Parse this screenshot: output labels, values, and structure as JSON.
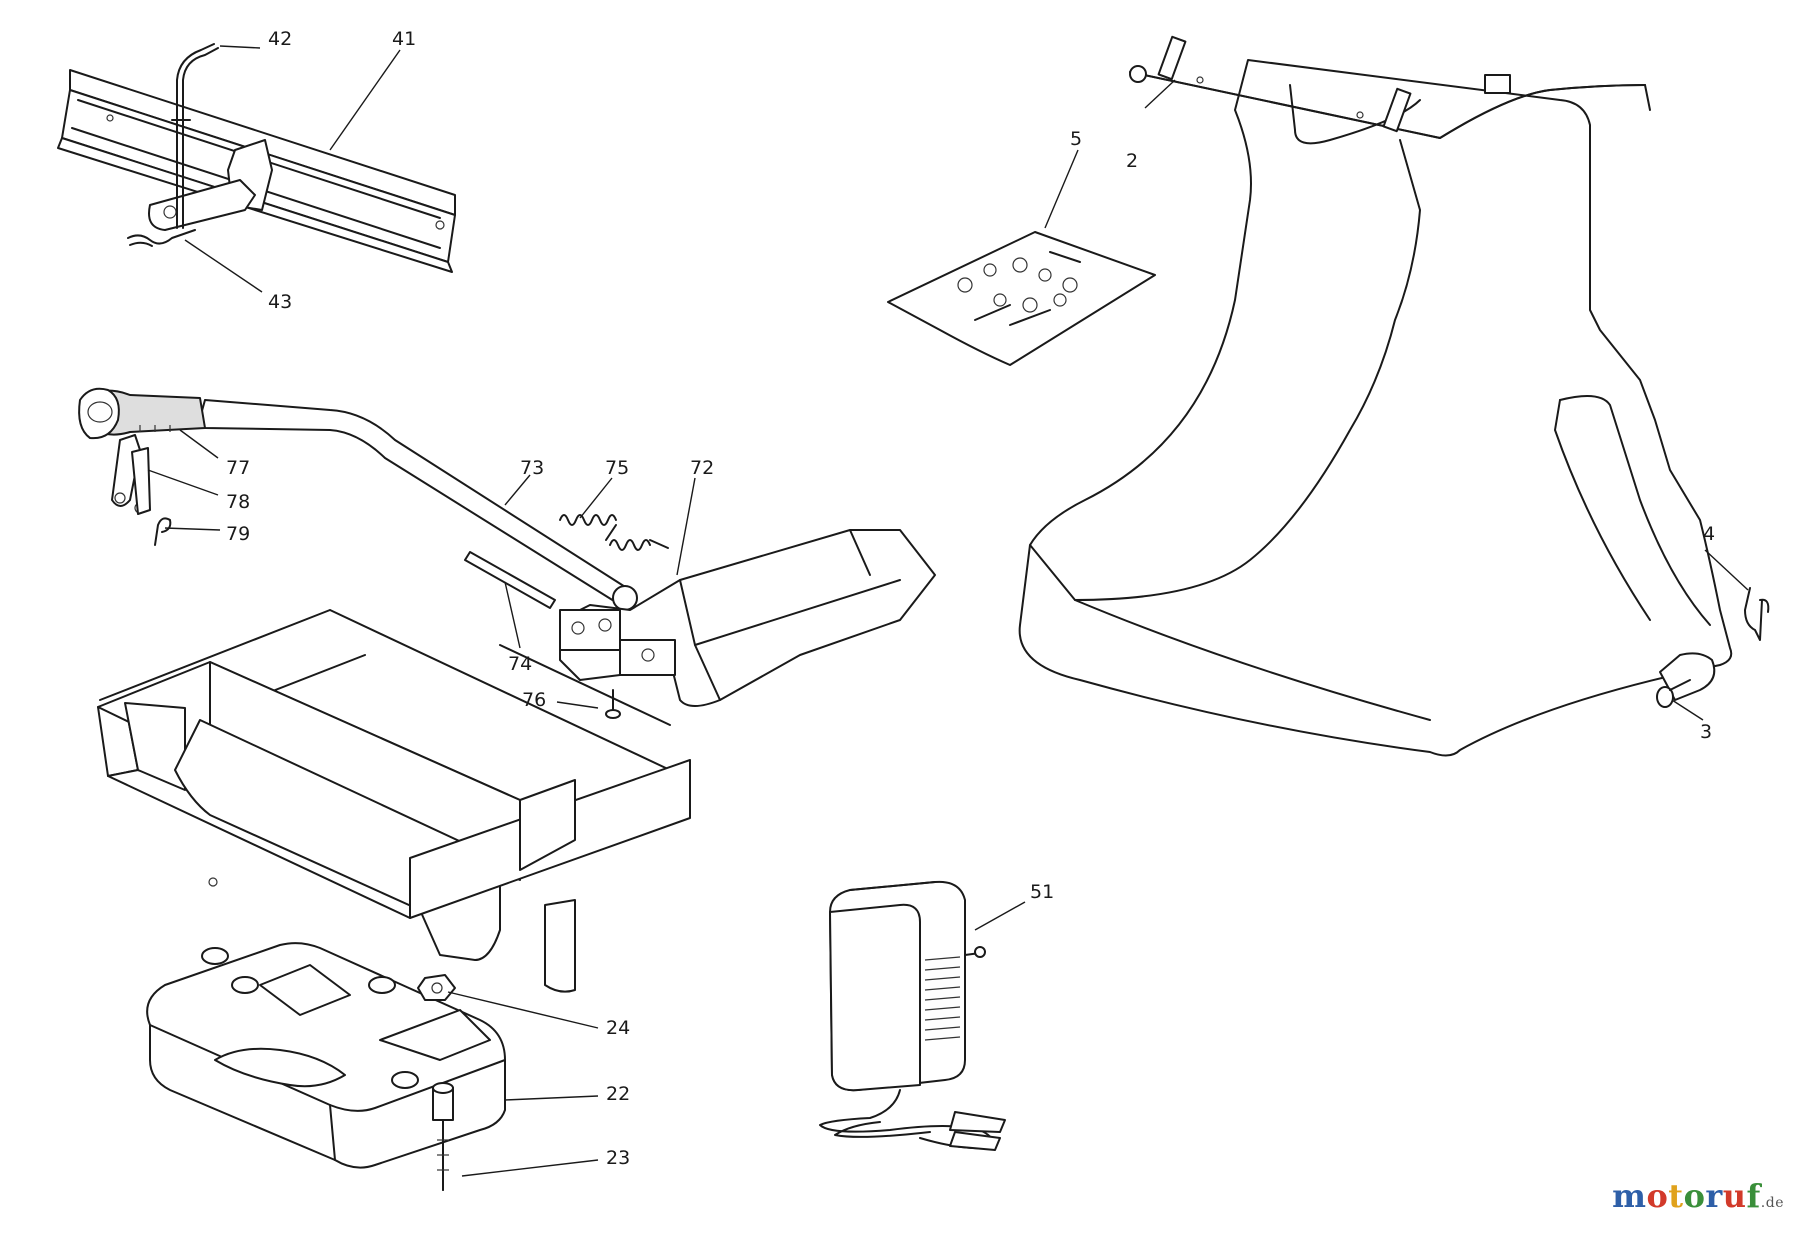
{
  "diagram": {
    "callouts": [
      {
        "id": "42",
        "label": "42"
      },
      {
        "id": "41",
        "label": "41"
      },
      {
        "id": "43",
        "label": "43"
      },
      {
        "id": "77",
        "label": "77"
      },
      {
        "id": "78",
        "label": "78"
      },
      {
        "id": "79",
        "label": "79"
      },
      {
        "id": "73",
        "label": "73"
      },
      {
        "id": "75",
        "label": "75"
      },
      {
        "id": "72",
        "label": "72"
      },
      {
        "id": "74",
        "label": "74"
      },
      {
        "id": "76",
        "label": "76"
      },
      {
        "id": "5",
        "label": "5"
      },
      {
        "id": "2",
        "label": "2"
      },
      {
        "id": "4",
        "label": "4"
      },
      {
        "id": "3",
        "label": "3"
      },
      {
        "id": "51",
        "label": "51"
      },
      {
        "id": "24",
        "label": "24"
      },
      {
        "id": "22",
        "label": "22"
      },
      {
        "id": "23",
        "label": "23"
      }
    ]
  },
  "watermark": {
    "letters": [
      "m",
      "o",
      "t",
      "o",
      "r",
      "u",
      "f"
    ],
    "letter_colors": [
      "#2e5fa8",
      "#d23a2a",
      "#e0a21c",
      "#3a8f3a",
      "#2e5fa8",
      "#d23a2a",
      "#3a8f3a"
    ],
    "suffix": ".de"
  }
}
